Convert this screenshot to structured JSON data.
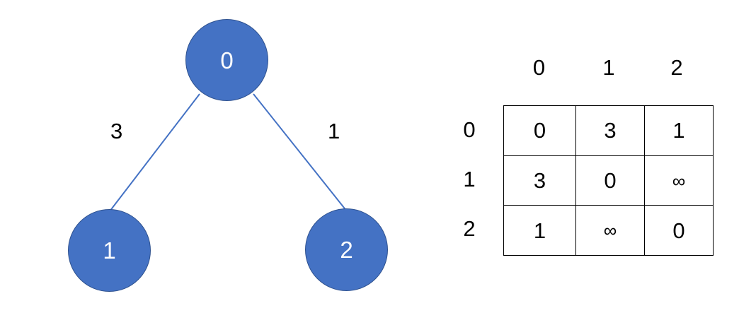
{
  "colors": {
    "node_fill": "#4472C4",
    "node_border": "#2F528F",
    "node_label": "#FFFFFF",
    "edge_line": "#4472C4",
    "text": "#000000",
    "background": "#FFFFFF",
    "table_border": "#000000"
  },
  "graph": {
    "nodes": [
      {
        "id": "0",
        "label": "0"
      },
      {
        "id": "1",
        "label": "1"
      },
      {
        "id": "2",
        "label": "2"
      }
    ],
    "edges": [
      {
        "from": "0",
        "to": "1",
        "weight": "3"
      },
      {
        "from": "0",
        "to": "2",
        "weight": "1"
      }
    ]
  },
  "matrix": {
    "column_headers": [
      "0",
      "1",
      "2"
    ],
    "row_headers": [
      "0",
      "1",
      "2"
    ],
    "rows": [
      [
        "0",
        "3",
        "1"
      ],
      [
        "3",
        "0",
        "∞"
      ],
      [
        "1",
        "∞",
        "0"
      ]
    ]
  },
  "chart_data": {
    "type": "diagram",
    "title": "",
    "graph_type": "weighted-undirected-graph",
    "nodes": [
      "0",
      "1",
      "2"
    ],
    "edges": [
      {
        "source": "0",
        "target": "1",
        "weight": 3
      },
      {
        "source": "0",
        "target": "2",
        "weight": 1
      }
    ],
    "adjacency_matrix": {
      "labels": [
        "0",
        "1",
        "2"
      ],
      "values": [
        [
          0,
          3,
          1
        ],
        [
          3,
          0,
          null
        ],
        [
          1,
          null,
          0
        ]
      ],
      "null_display": "∞"
    }
  }
}
